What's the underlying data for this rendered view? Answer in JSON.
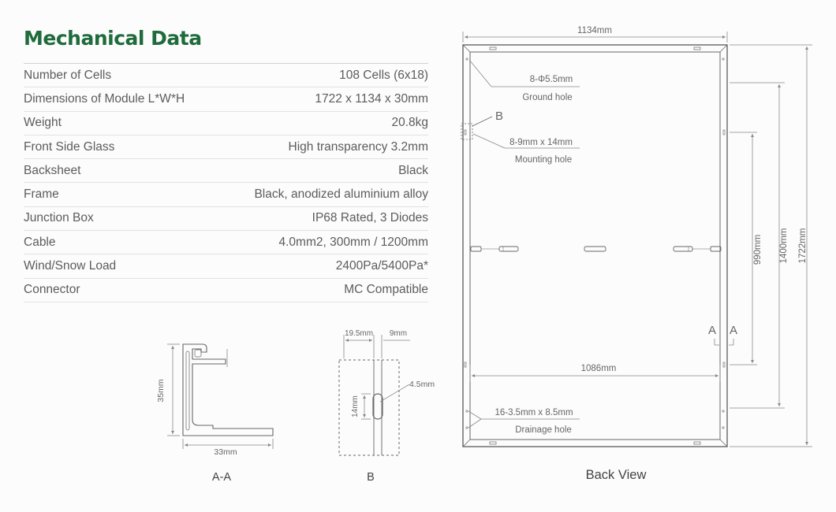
{
  "title": "Mechanical Data",
  "specs": [
    {
      "label": "Number of Cells",
      "value": "108 Cells (6x18)"
    },
    {
      "label": "Dimensions of Module L*W*H",
      "value": "1722 x 1134 x 30mm"
    },
    {
      "label": "Weight",
      "value": "20.8kg"
    },
    {
      "label": "Front Side Glass",
      "value": "High transparency 3.2mm"
    },
    {
      "label": "Backsheet",
      "value": "Black"
    },
    {
      "label": "Frame",
      "value": "Black, anodized aluminium alloy"
    },
    {
      "label": "Junction Box",
      "value": "IP68 Rated, 3 Diodes"
    },
    {
      "label": "Cable",
      "value": "4.0mm2, 300mm / 1200mm"
    },
    {
      "label": "Wind/Snow Load",
      "value": "2400Pa/5400Pa*"
    },
    {
      "label": "Connector",
      "value": "MC Compatible"
    }
  ],
  "back_view": {
    "caption": "Back View",
    "width_dim": "1134mm",
    "inner_width_dim": "1086mm",
    "length_dim": "1722mm",
    "dim_1400": "1400mm",
    "dim_990": "990mm",
    "ground_hole_spec": "8-Φ5.5mm",
    "ground_hole_label": "Ground hole",
    "mounting_hole_spec": "8-9mm x 14mm",
    "mounting_hole_label": "Mounting hole",
    "drainage_hole_spec": "16-3.5mm x 8.5mm",
    "drainage_hole_label": "Drainage hole",
    "detail_b_marker": "B",
    "section_marker_left": "A",
    "section_marker_right": "A"
  },
  "section_aa": {
    "caption": "A-A",
    "height_dim": "35mm",
    "width_dim": "33mm"
  },
  "detail_b": {
    "caption": "B",
    "dim_left": "19.5mm",
    "dim_right": "9mm",
    "dim_slot_height": "14mm",
    "dim_slot_width": "4.5mm"
  }
}
